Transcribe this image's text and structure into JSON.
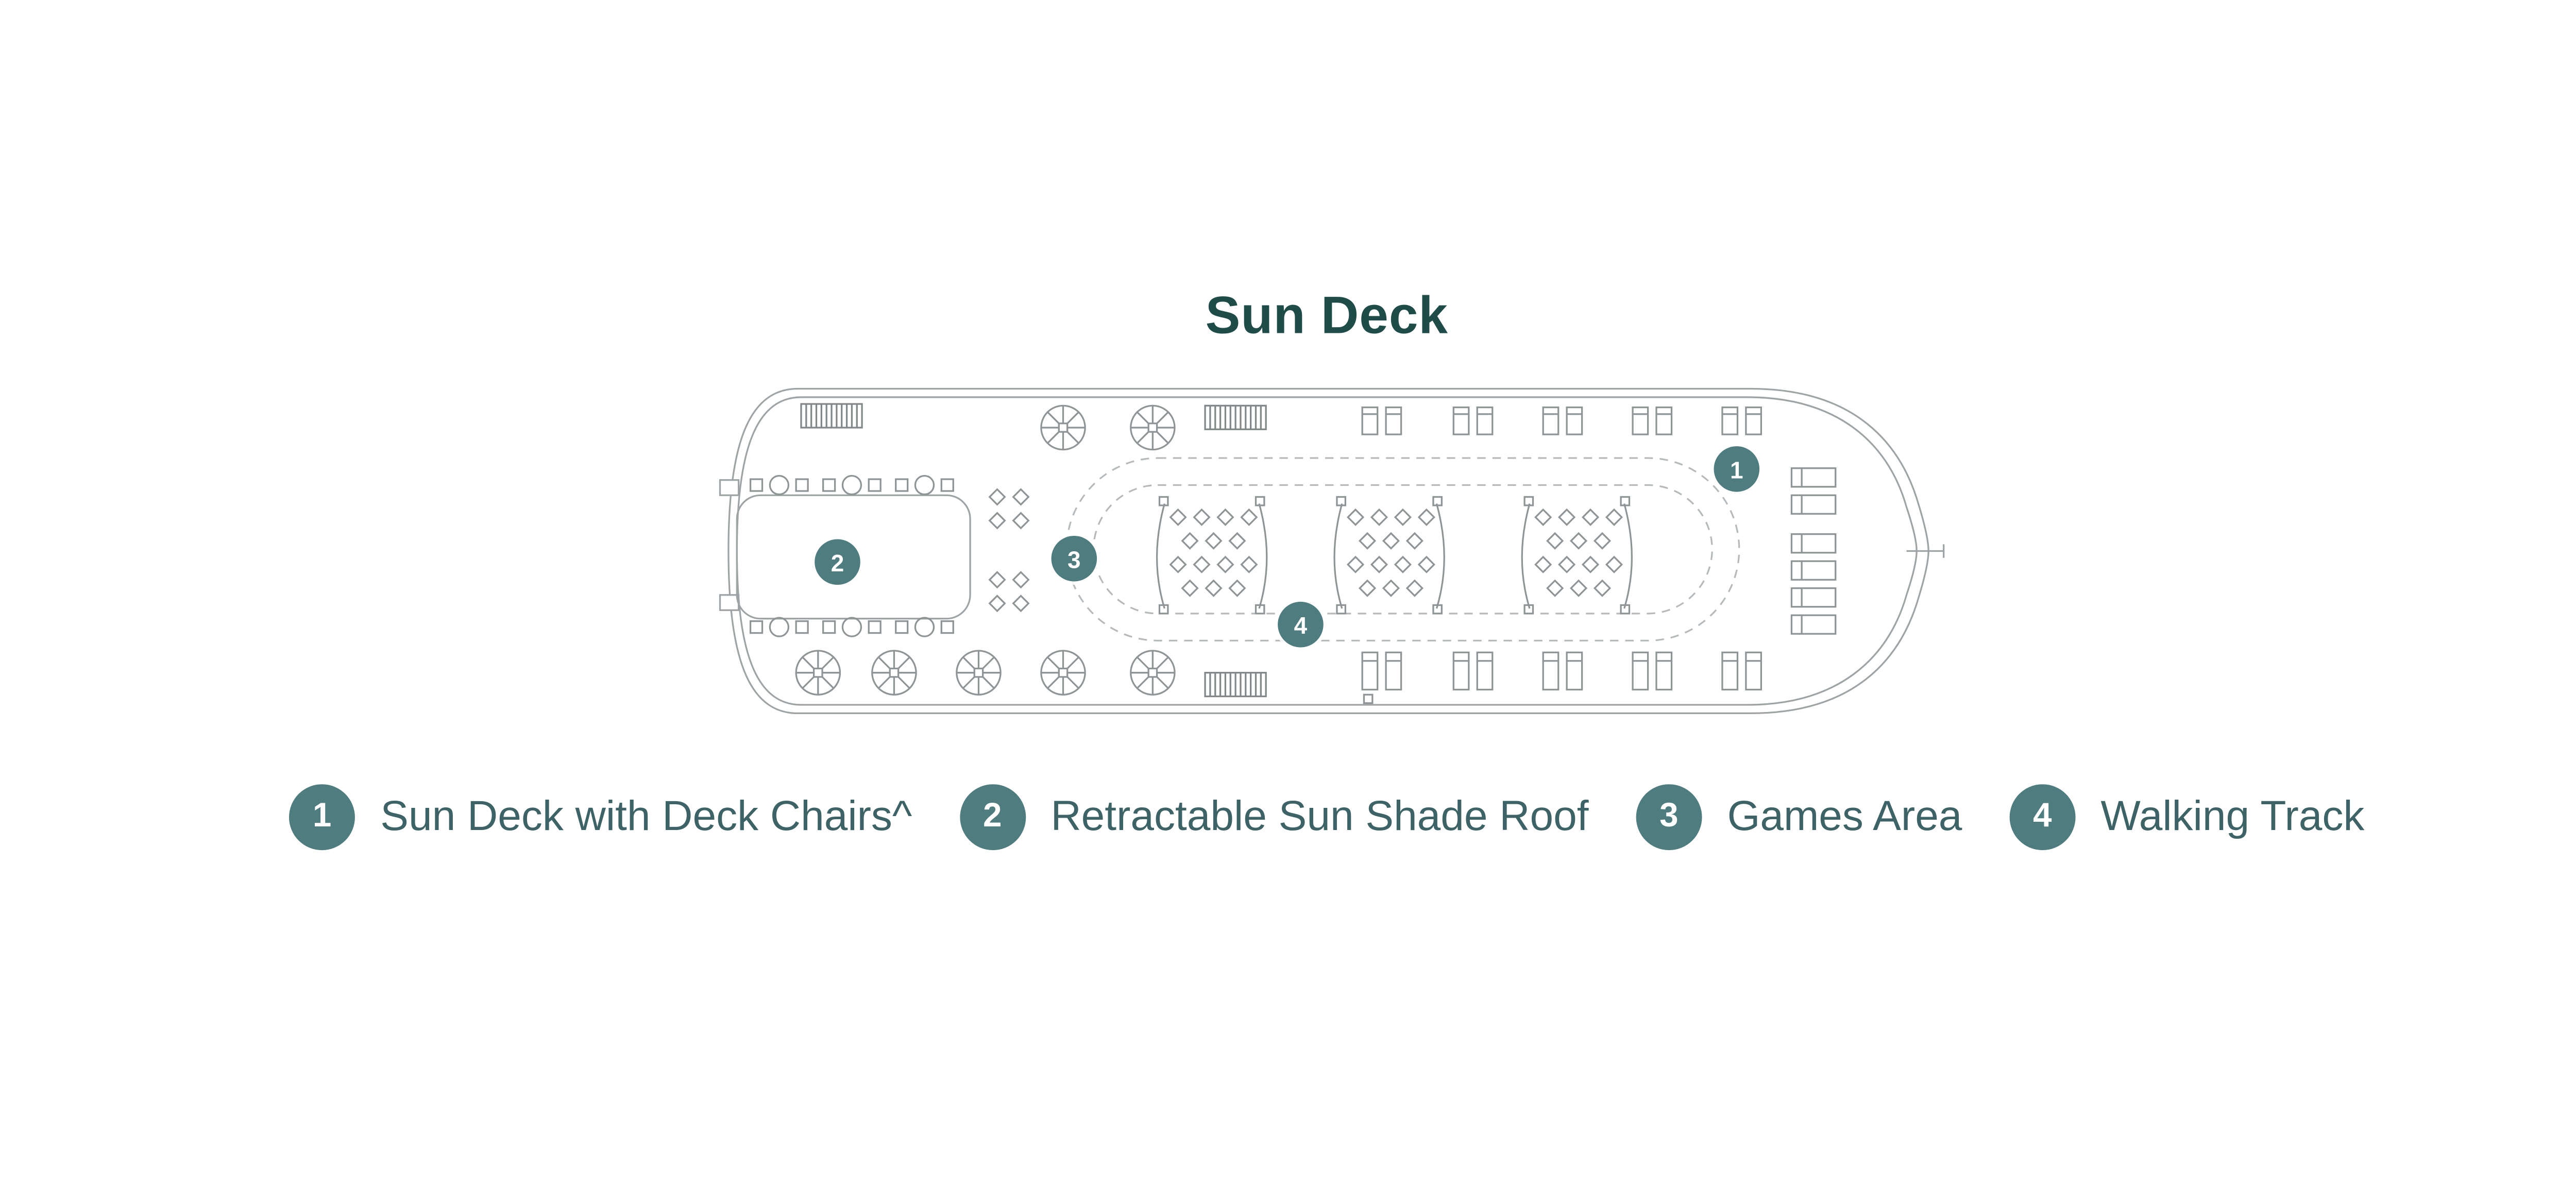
{
  "page": {
    "title": "Sun Deck"
  },
  "deck_plan": {
    "markers": [
      {
        "number": "1"
      },
      {
        "number": "2"
      },
      {
        "number": "3"
      },
      {
        "number": "4"
      }
    ]
  },
  "legend": {
    "items": [
      {
        "number": "1",
        "label": "Sun Deck with Deck Chairs^"
      },
      {
        "number": "2",
        "label": "Retractable Sun Shade Roof"
      },
      {
        "number": "3",
        "label": "Games Area"
      },
      {
        "number": "4",
        "label": "Walking Track"
      }
    ]
  },
  "colors": {
    "accent": "#4E7C7F",
    "title": "#1F4B49",
    "text": "#3E6366",
    "plan_line": "#9EA3A6"
  }
}
